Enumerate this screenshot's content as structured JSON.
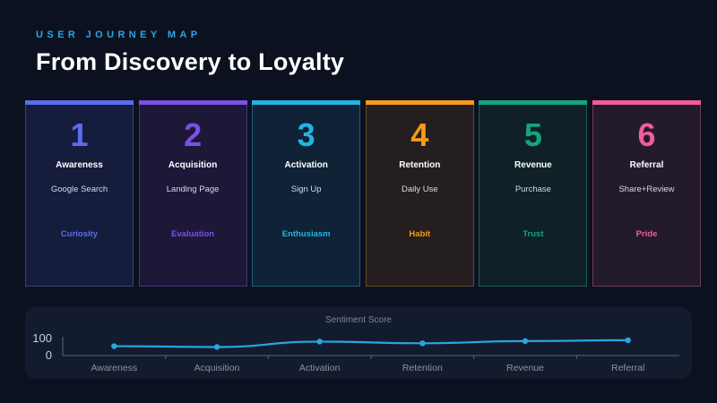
{
  "eyebrow": "USER JOURNEY MAP",
  "title": "From Discovery to Loyalty",
  "stages": [
    {
      "number": "1",
      "name": "Awareness",
      "touchpoint": "Google Search",
      "emotion": "Curiosity",
      "color": "#5b6cf0",
      "bg": "#161c3c",
      "border": "#3a4378"
    },
    {
      "number": "2",
      "name": "Acquisition",
      "touchpoint": "Landing Page",
      "emotion": "Evaluation",
      "color": "#7c4fe6",
      "bg": "#1d1838",
      "border": "#473478"
    },
    {
      "number": "3",
      "name": "Activation",
      "touchpoint": "Sign Up",
      "emotion": "Enthusiasm",
      "color": "#22b4e4",
      "bg": "#0f2236",
      "border": "#1f5d7a"
    },
    {
      "number": "4",
      "name": "Retention",
      "touchpoint": "Daily Use",
      "emotion": "Habit",
      "color": "#f59a1a",
      "bg": "#241e1f",
      "border": "#6a4a26"
    },
    {
      "number": "5",
      "name": "Revenue",
      "touchpoint": "Purchase",
      "emotion": "Trust",
      "color": "#16a47e",
      "bg": "#0f2127",
      "border": "#1e5a50"
    },
    {
      "number": "6",
      "name": "Referral",
      "touchpoint": "Share+Review",
      "emotion": "Pride",
      "color": "#f25c9e",
      "bg": "#231a2c",
      "border": "#6e3d5a"
    }
  ],
  "chart_data": {
    "type": "line",
    "title": "Sentiment Score",
    "categories": [
      "Awareness",
      "Acquisition",
      "Activation",
      "Retention",
      "Revenue",
      "Referral"
    ],
    "series": [
      {
        "values": [
          55,
          50,
          82,
          72,
          85,
          90
        ]
      }
    ],
    "yticks": [
      "100",
      "0"
    ],
    "ylim": [
      0,
      100
    ],
    "grid": false,
    "color": "#2aa6e0"
  }
}
